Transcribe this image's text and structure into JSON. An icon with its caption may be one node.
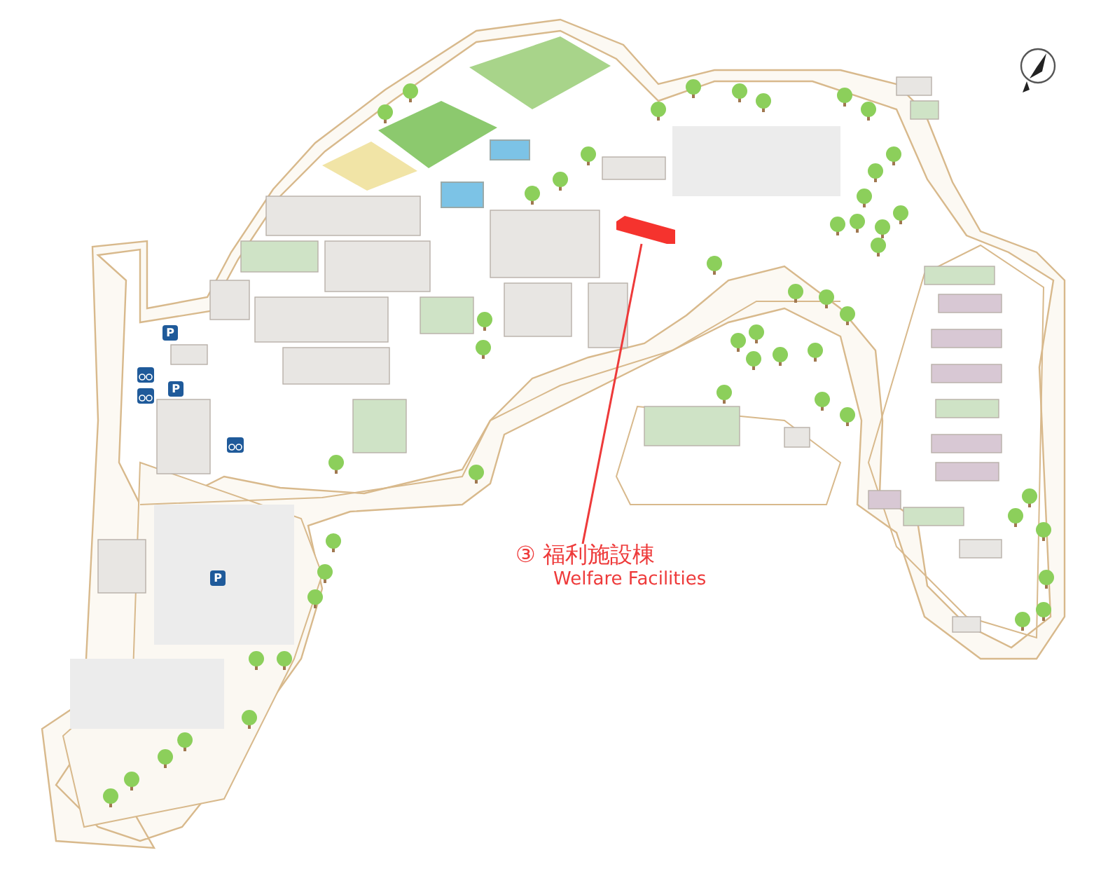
{
  "diagram": {
    "nodes": [
      {
        "text": [
          "③ 福利施設棟",
          "Welfare Facilities"
        ]
      },
      {
        "text": [],
        "shape": "box"
      }
    ],
    "edges": [
      {
        "from": 0,
        "to": 1,
        "arrow": "none"
      }
    ],
    "labels": [
      "P",
      "P",
      "P"
    ]
  }
}
